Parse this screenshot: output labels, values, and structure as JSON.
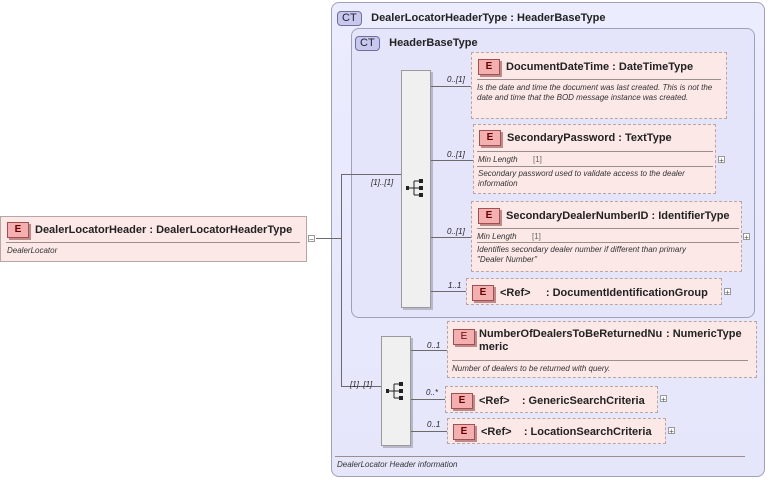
{
  "root": {
    "name": "DealerLocatorHeader",
    "type": ": DealerLocatorHeaderType",
    "doc": "DealerLocator",
    "badge": "E"
  },
  "ct_outer": {
    "badge": "CT",
    "title": "DealerLocatorHeaderType : HeaderBaseType",
    "doc": "DealerLocator Header information"
  },
  "ct_inner": {
    "badge": "CT",
    "title": "HeaderBaseType"
  },
  "seq1_card": "[1]..[1]",
  "seq2_card": "[1]..[1]",
  "elements": {
    "document_date_time": {
      "badge": "E",
      "name": "DocumentDateTime",
      "type": ": DateTimeType",
      "card": "0..[1]",
      "doc": "Is the date and time the document was last created. This is not the date and time that the BOD message instance was created."
    },
    "secondary_password": {
      "badge": "E",
      "name": "SecondaryPassword",
      "type": ": TextType",
      "card": "0..[1]",
      "attr_name": "Min Length",
      "attr_value": "[1]",
      "doc": "Secondary password used to validate access to the dealer information"
    },
    "secondary_dealer_number": {
      "badge": "E",
      "name": "SecondaryDealerNumberID",
      "type": ": IdentifierType",
      "card": "0..[1]",
      "attr_name": "Min Length",
      "attr_value": "[1]",
      "doc": "Identifies secondary dealer number if different than primary \"Dealer Number\""
    },
    "document_identification_group": {
      "badge": "E",
      "name": "<Ref>",
      "type": ": DocumentIdentificationGroup",
      "card": "1..1"
    },
    "number_of_dealers": {
      "badge": "E",
      "name_line1": "NumberOfDealersToBeReturnedNu",
      "name_line2": "meric",
      "type": ": NumericType",
      "card": "0..1",
      "doc": "Number of dealers to be returned with query."
    },
    "generic_search_criteria": {
      "badge": "E",
      "name": "<Ref>",
      "type": ": GenericSearchCriteria",
      "card": "0..*"
    },
    "location_search_criteria": {
      "badge": "E",
      "name": "<Ref>",
      "type": ": LocationSearchCriteria",
      "card": "0..1"
    }
  },
  "icons": {
    "plus": "+",
    "minus": "−"
  }
}
